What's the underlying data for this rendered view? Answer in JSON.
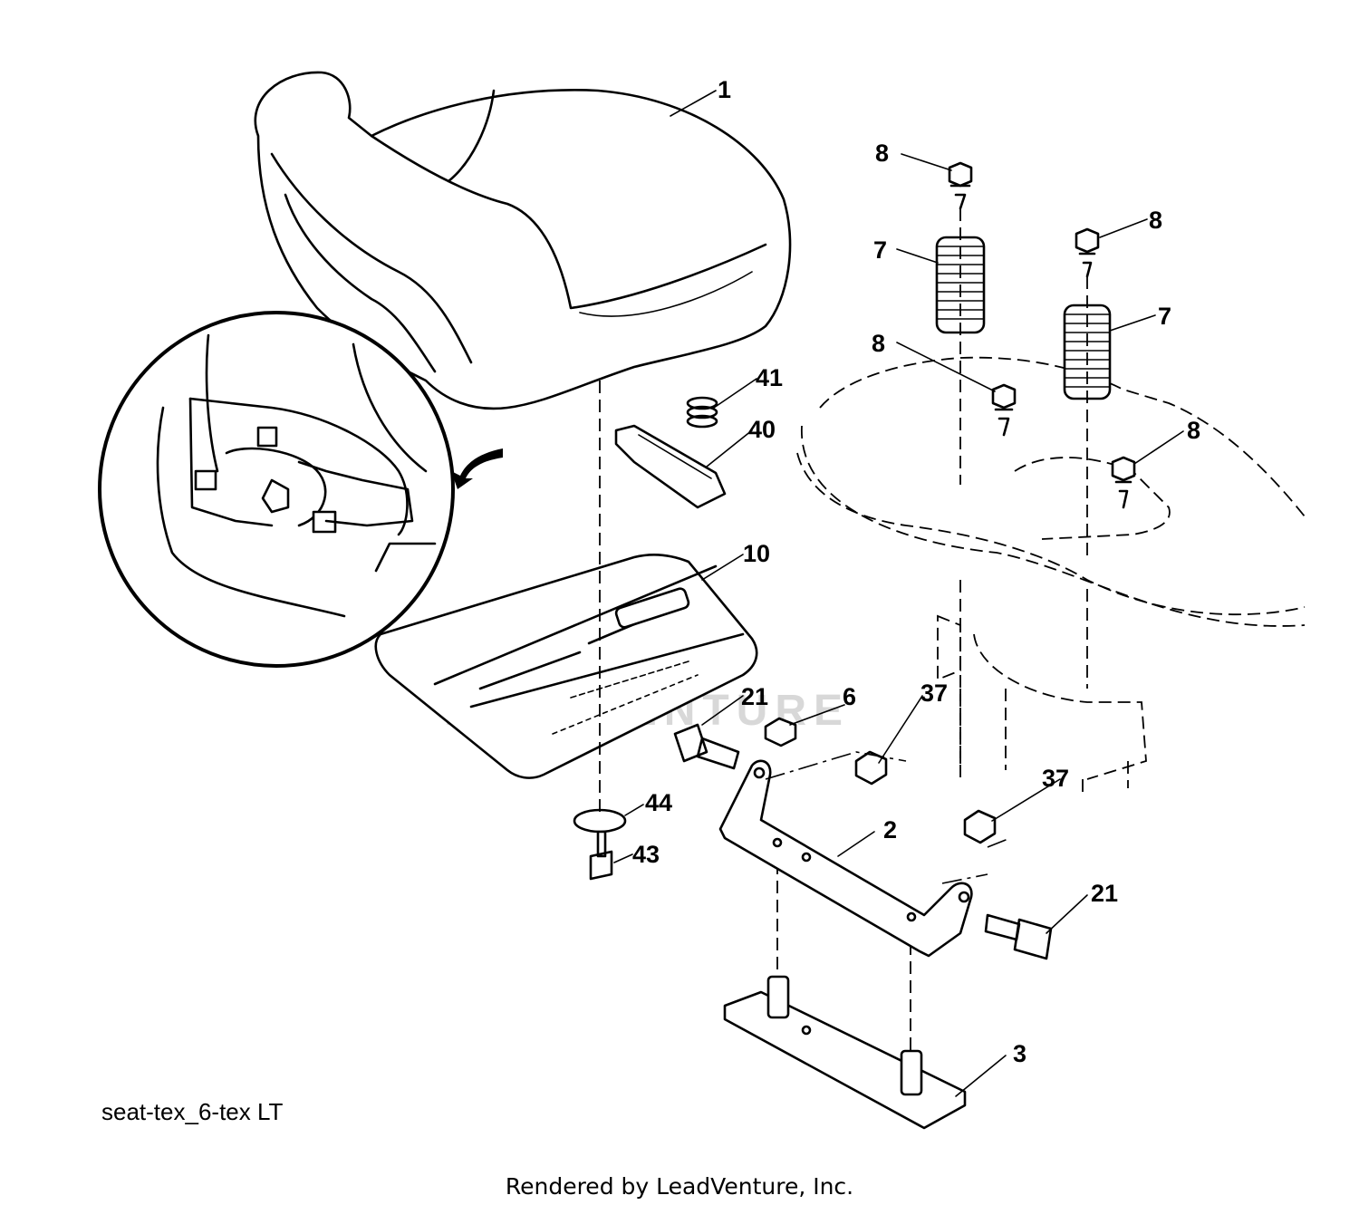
{
  "diagram": {
    "caption": "seat-tex_6-tex LT",
    "footer": "Rendered by LeadVenture, Inc.",
    "watermark": "LEADVENTURE",
    "callouts": [
      "1",
      "8",
      "8",
      "7",
      "7",
      "8",
      "8",
      "41",
      "40",
      "10",
      "21",
      "6",
      "37",
      "37",
      "2",
      "44",
      "43",
      "21",
      "3"
    ]
  }
}
